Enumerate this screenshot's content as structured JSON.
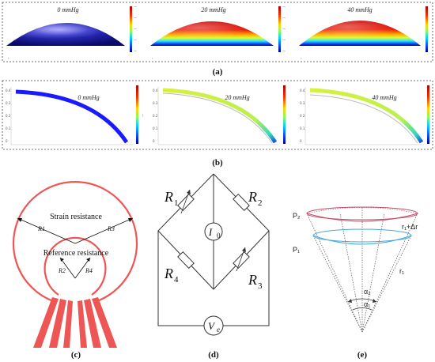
{
  "panel_a": {
    "pressure_labels": [
      "0 mmHg",
      "20 mmHg",
      "40 mmHg"
    ],
    "caption": "(a)"
  },
  "panel_b": {
    "pressure_labels": [
      "0 mmHg",
      "20 mmHg",
      "40 mmHg"
    ],
    "caption": "(b)"
  },
  "panel_c": {
    "strain_label": "Strain resistance",
    "reference_label": "Reference resistance",
    "r1": "R1",
    "r2": "R2",
    "r3": "R3",
    "r4": "R4",
    "caption": "(c)",
    "color": "#ee5555"
  },
  "panel_d": {
    "R1": "R",
    "R1_sub": "1",
    "R2": "R",
    "R2_sub": "2",
    "R3": "R",
    "R3_sub": "3",
    "R4": "R",
    "R4_sub": "4",
    "I0": "I",
    "I0_sub": "0",
    "Ve": "V",
    "Ve_sub": "e",
    "caption": "(d)"
  },
  "panel_e": {
    "P2": "P₂",
    "P1": "P₁",
    "r_delta": "r₁+Δr",
    "r1": "r₁",
    "alpha2": "α₂",
    "alpha1": "α₁",
    "caption": "(e)",
    "color_top": "#c0506a",
    "color_bottom": "#4aa8d8"
  }
}
